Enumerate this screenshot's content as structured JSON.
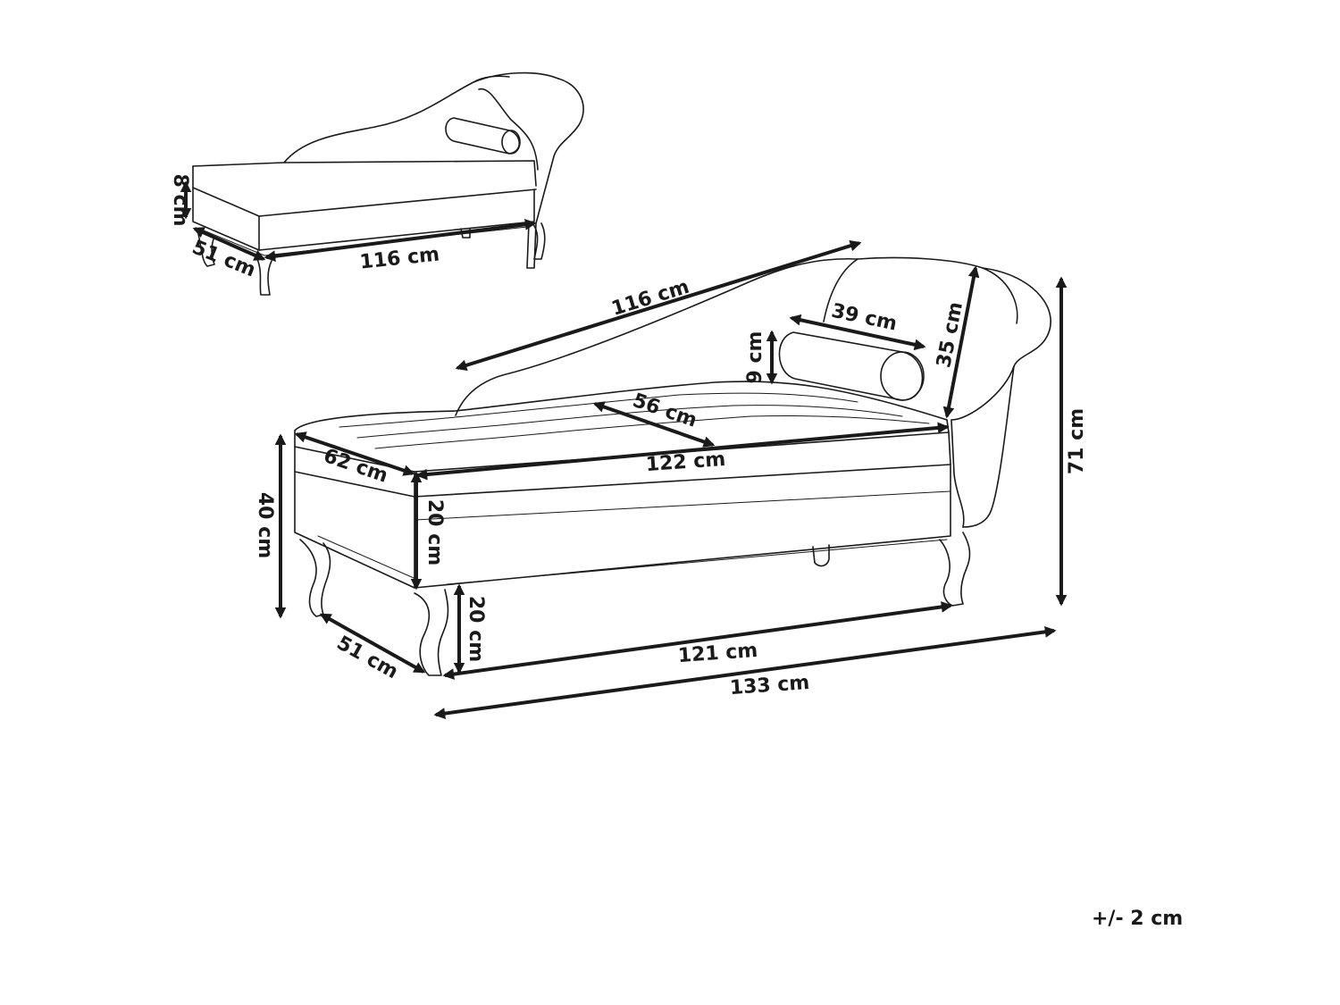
{
  "small_view": {
    "seat_height": "8 cm",
    "depth": "51 cm",
    "length": "116 cm"
  },
  "main_view": {
    "backrest_length": "116 cm",
    "pillow_length": "39 cm",
    "pillow_diameter": "9 cm",
    "armrest_height": "35 cm",
    "seat_inner_depth": "56 cm",
    "seat_depth": "62 cm",
    "seat_length": "122 cm",
    "seat_height": "40 cm",
    "cushion_height": "20 cm",
    "leg_height": "20 cm",
    "total_height": "71 cm",
    "base_depth": "51 cm",
    "base_length": "121 cm",
    "total_length": "133 cm"
  },
  "tolerance": "+/- 2 cm"
}
